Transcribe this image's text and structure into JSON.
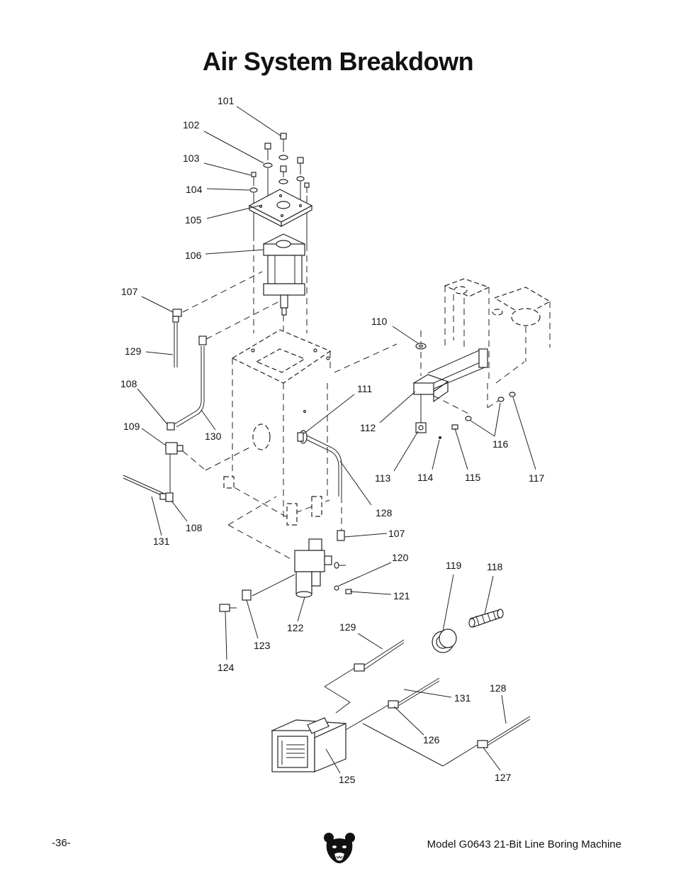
{
  "page": {
    "title": "Air System Breakdown",
    "page_number": "-36-",
    "model_line": "Model G0643  21-Bit Line Boring Machine"
  },
  "labels": {
    "l101": "101",
    "l102": "102",
    "l103": "103",
    "l104": "104",
    "l105": "105",
    "l106": "106",
    "l107a": "107",
    "l107b": "107",
    "l108a": "108",
    "l108b": "108",
    "l109": "109",
    "l110": "110",
    "l111": "111",
    "l112": "112",
    "l113": "113",
    "l114": "114",
    "l115": "115",
    "l116": "116",
    "l117": "117",
    "l118": "118",
    "l119": "119",
    "l120": "120",
    "l121": "121",
    "l122": "122",
    "l123": "123",
    "l124": "124",
    "l125": "125",
    "l126": "126",
    "l127": "127",
    "l128a": "128",
    "l128b": "128",
    "l129a": "129",
    "l129b": "129",
    "l130": "130",
    "l131a": "131",
    "l131b": "131"
  },
  "logo": {
    "icon": "bear-head-logo"
  }
}
